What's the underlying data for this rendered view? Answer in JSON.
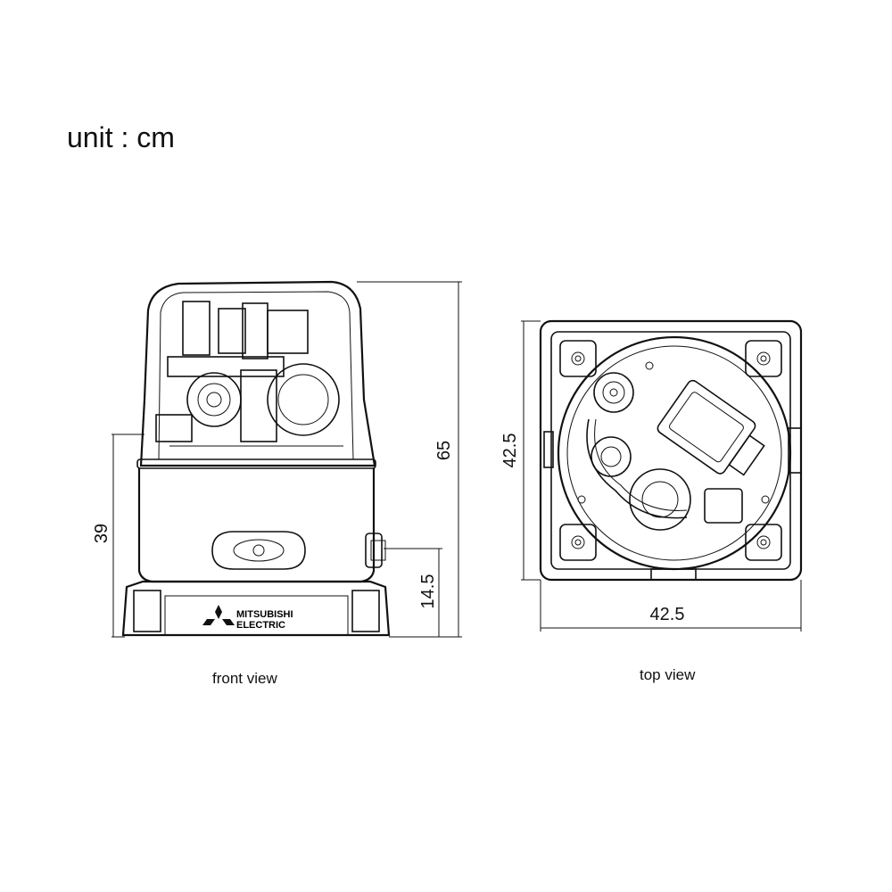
{
  "unit_label": "unit : cm",
  "captions": {
    "front": "front view",
    "top": "top view"
  },
  "dimensions": {
    "front_total_height": "65",
    "front_tank_height": "39",
    "front_outlet_height": "14.5",
    "top_depth": "42.5",
    "top_width": "42.5"
  },
  "brand": {
    "line1": "MITSUBISHI",
    "line2": "ELECTRIC"
  }
}
